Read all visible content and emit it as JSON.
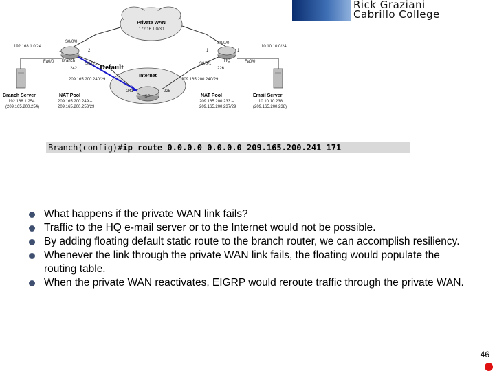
{
  "banner": {
    "line1": "Rick Graziani",
    "line2": "Cabrillo College"
  },
  "diagram": {
    "private_wan_title": "Private WAN",
    "private_wan_net": "172.16.1.0/30",
    "branch_lan": "192.168.1.0/24",
    "hq_lan": "10.10.10.0/24",
    "branch_s000": "S0/0/0",
    "branch_s001": "S0/0/1",
    "branch_fa0": "Fa0/0",
    "hq_s000": "S0/0/0",
    "hq_s001": "S0/0/1",
    "hq_fa0": "Fa0/0",
    "branch_name": "Branch",
    "hq_name": "HQ",
    "isp_name": "ISP",
    "internet_label": "Internet",
    "default_label": "Default",
    "branch_if_num1": "1",
    "branch_if_num2": "2",
    "hq_if_num1": "1",
    "hq_if_num2": "1",
    "branch_242": "242",
    "hq_226": "226",
    "isp_241": "241",
    "isp_225": "225",
    "net_left": "209.165.200.240/29",
    "net_right": "209.165.200.240/29",
    "branch_server_title": "Branch Server",
    "branch_server_ip1": "192.168.1.254",
    "branch_server_ip2": "(209.165.200.254)",
    "nat_left_title": "NAT Pool",
    "nat_left_l1": "209.165.200.249 –",
    "nat_left_l2": "209.165.200.253/29",
    "nat_right_title": "NAT Pool",
    "nat_right_l1": "209.165.200.233 –",
    "nat_right_l2": "209.165.200.237/29",
    "email_title": "Email Server",
    "email_ip1": "10.10.10.238",
    "email_ip2": "(209.165.200.238)"
  },
  "command": {
    "prompt": "Branch(config)#",
    "text": "ip route 0.0.0.0 0.0.0.0 209.165.200.241 171"
  },
  "bullets": [
    "What happens if the private WAN link fails?",
    "Traffic to the HQ e-mail server or to the Internet would not be possible.",
    "By adding floating default static route to the branch router, we can accomplish resiliency.",
    "Whenever the link through the private WAN link fails, the floating would populate the routing table.",
    "When the private WAN reactivates, EIGRP would reroute traffic through the private WAN."
  ],
  "page_number": "46",
  "colors": {
    "bullet": "#3f4f6f",
    "red_dot": "#e01010",
    "banner_blue": "#0a2d6e"
  }
}
